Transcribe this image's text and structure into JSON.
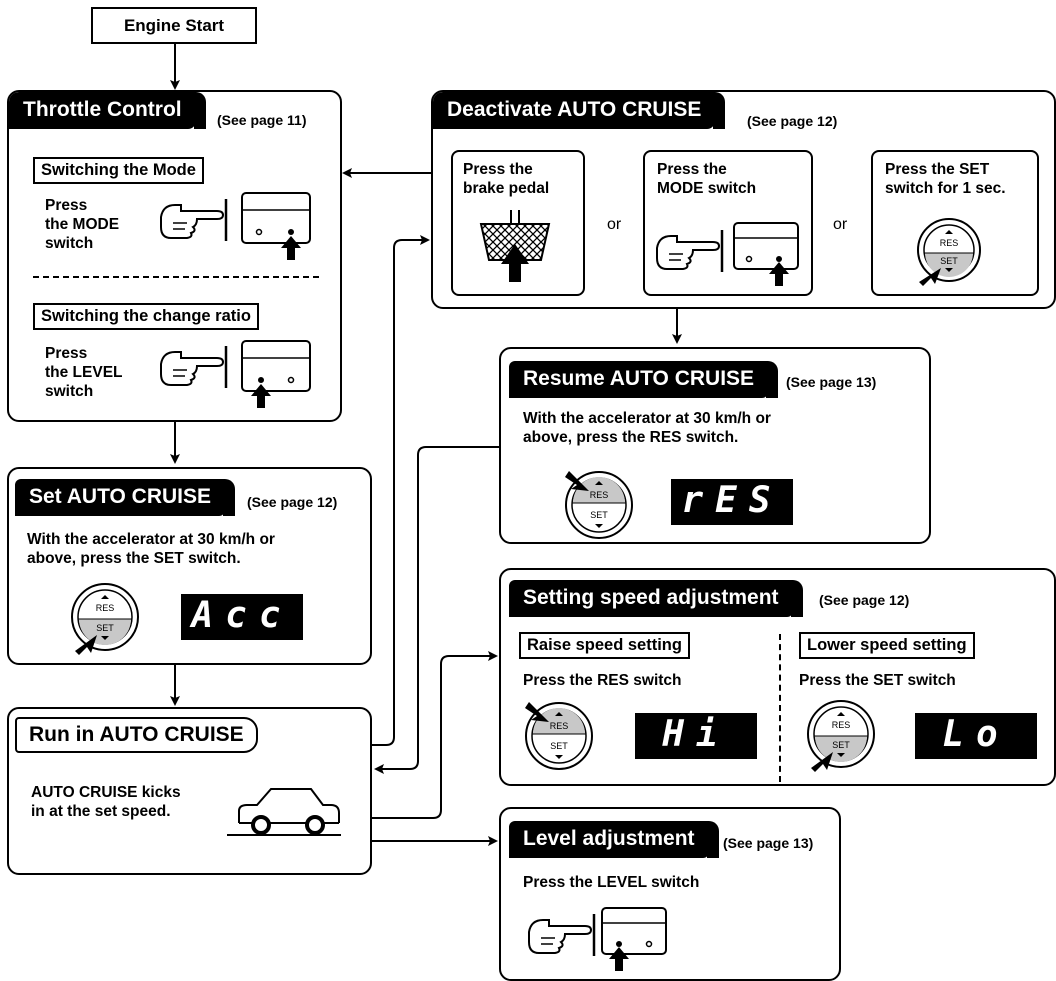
{
  "start": "Engine Start",
  "see11": "(See page 11)",
  "see12": "(See page 12)",
  "see13": "(See page 13)",
  "throttle": {
    "title": "Throttle Control",
    "mode_label": "Switching the Mode",
    "mode_text": "Press\nthe MODE\nswitch",
    "ratio_label": "Switching the change ratio",
    "ratio_text": "Press\nthe LEVEL\nswitch"
  },
  "deactivate": {
    "title": "Deactivate AUTO CRUISE",
    "brake_text": "Press the\nbrake pedal",
    "mode_text": "Press the\nMODE  switch",
    "set_text": "Press the SET\nswitch for 1 sec.",
    "or": "or"
  },
  "resume": {
    "title": "Resume AUTO CRUISE",
    "text": "With the accelerator at 30 km/h or\nabove, press the RES switch.",
    "display": "rES"
  },
  "set_cruise": {
    "title": "Set AUTO CRUISE",
    "text": "With the accelerator at 30 km/h or\nabove, press the SET switch.",
    "display": "Acc"
  },
  "speed_adj": {
    "title": "Setting speed adjustment",
    "raise_label": "Raise speed setting",
    "raise_text": "Press the RES switch",
    "raise_display": "Hi",
    "lower_label": "Lower speed setting",
    "lower_text": "Press the SET switch",
    "lower_display": "Lo"
  },
  "run": {
    "title": "Run in AUTO CRUISE",
    "text": "AUTO CRUISE kicks\nin at the set speed."
  },
  "level": {
    "title": "Level adjustment",
    "text": "Press the LEVEL switch"
  },
  "switch_labels": {
    "res": "RES",
    "set": "SET"
  }
}
